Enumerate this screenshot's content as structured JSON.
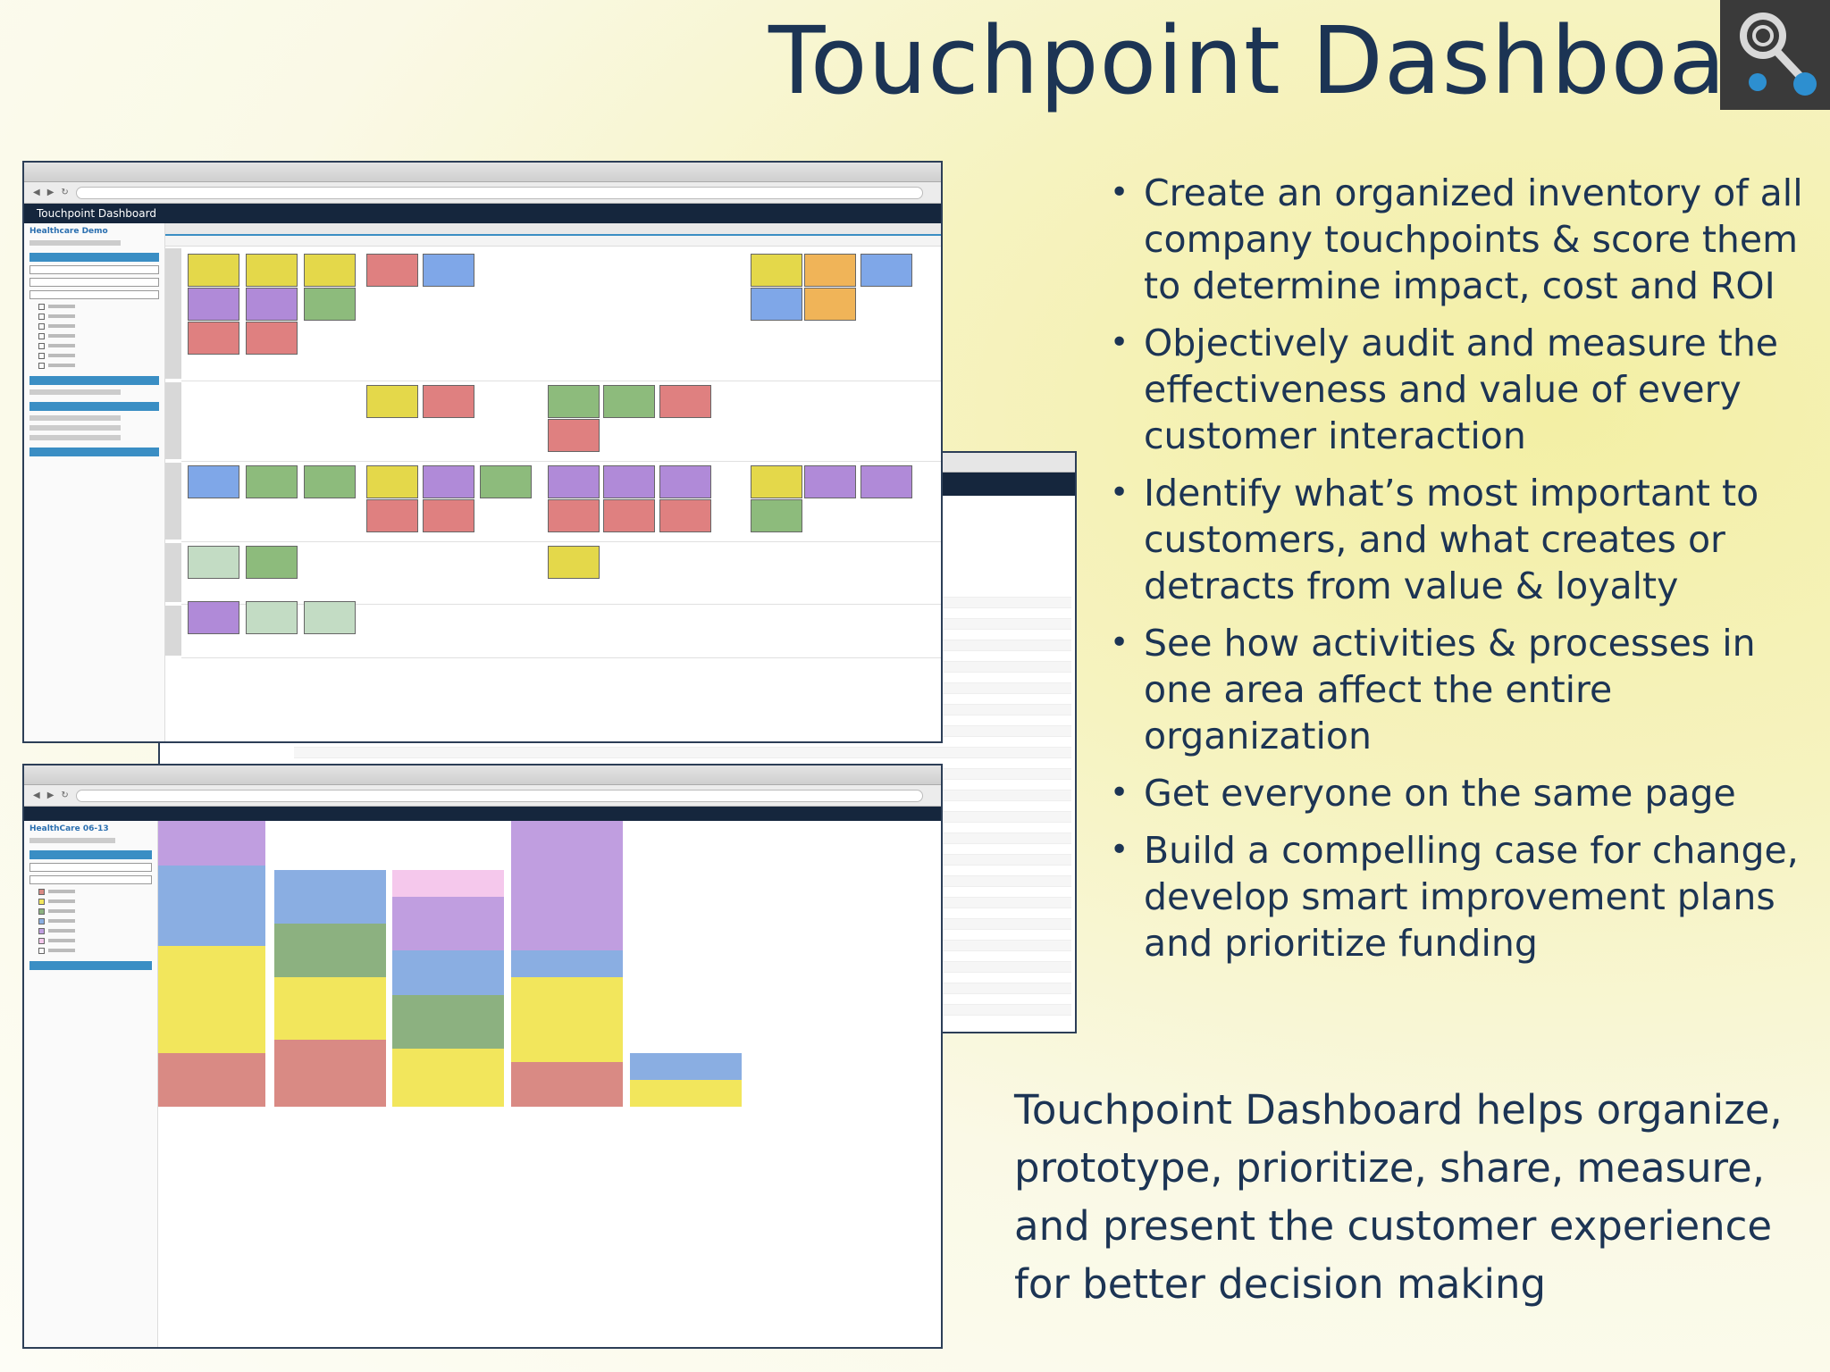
{
  "slide": {
    "title": "Touchpoint Dashboard",
    "bullets": [
      "Create an organized inventory of all company touchpoints & score them to determine impact, cost and ROI",
      "Objectively audit and measure the effectiveness and value of every customer interaction",
      "Identify what’s most important to customers, and what creates or detracts from value & loyalty",
      "See how activities & processes in one area affect the entire organization",
      "Get everyone on the same page",
      "Build a compelling case for change, develop smart improvement plans and prioritize funding"
    ],
    "summary": "Touchpoint Dashboard helps organize, prototype, prioritize, share, measure, and present the customer experience for better decision making"
  },
  "map_screenshot": {
    "app_name": "Touchpoint Dashboard",
    "sidebar_title": "Healthcare Demo",
    "card_colors": {
      "yellow": "#e4d84a",
      "purple": "#b08ad8",
      "red": "#df8080",
      "blue": "#7fa7e8",
      "green": "#8dbb7c",
      "orange": "#f0b458",
      "sage": "#c3dcc4"
    }
  },
  "chart_screenshot": {
    "sidebar_title": "HealthCare 06-13",
    "segment_colors": {
      "red": "#d98a84",
      "yellow": "#f2e65c",
      "green": "#8cb180",
      "blue": "#8aaee2",
      "purple": "#c09ee0",
      "pink": "#f5c8ec"
    }
  }
}
